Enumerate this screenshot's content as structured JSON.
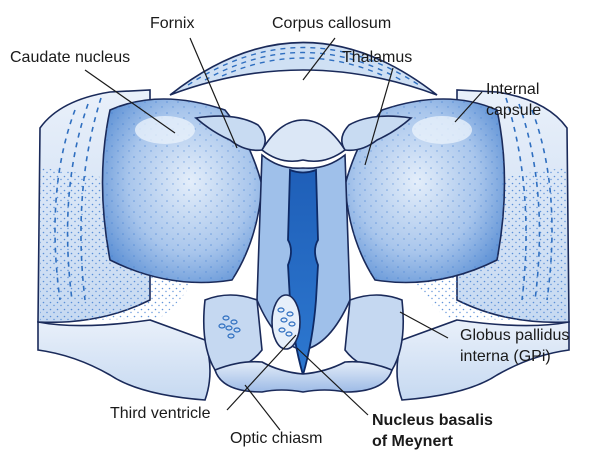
{
  "labels": {
    "fornix": "Fornix",
    "corpus_callosum": "Corpus callosum",
    "caudate_nucleus": "Caudate nucleus",
    "thalamus": "Thalamus",
    "internal_capsule_line1": "Internal",
    "internal_capsule_line2": "capsule",
    "globus_pallidus_line1": "Globus pallidus",
    "globus_pallidus_line2": "interna (GPi)",
    "third_ventricle": "Third ventricle",
    "optic_chiasm": "Optic chiasm",
    "nucleus_basalis_line1": "Nucleus basalis",
    "nucleus_basalis_line2": "of Meynert"
  },
  "colors": {
    "deep_blue": "#2f6fc0",
    "mid_blue": "#6d9fdc",
    "light_blue": "#bcd3ef",
    "pale_blue": "#dde8f7",
    "dot_blue": "#3d7bd0",
    "outline": "#1a2a5a"
  }
}
